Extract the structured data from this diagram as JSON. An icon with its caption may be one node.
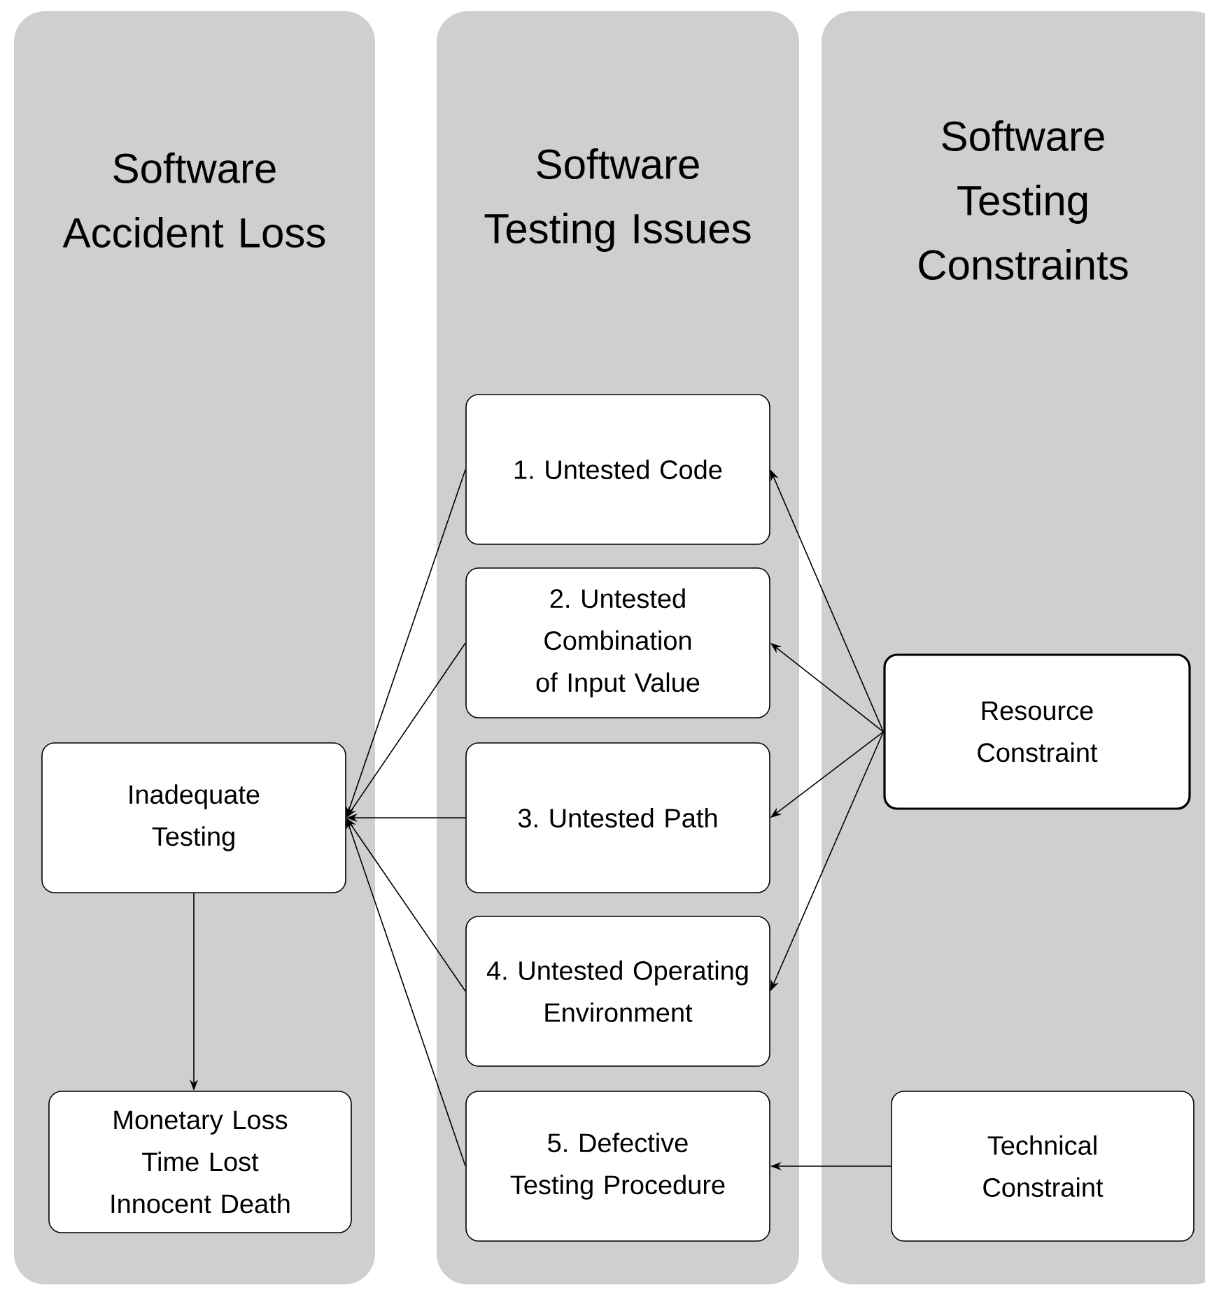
{
  "diagram": {
    "nodes": [
      {
        "text": [
          "Software Accident Loss"
        ]
      },
      {
        "text": [
          "Software Testing Issues"
        ]
      },
      {
        "text": [
          "Software Testing Constraints"
        ]
      },
      {
        "text": [
          "Inadequate Testing"
        ],
        "in": 0
      },
      {
        "text": [
          "Monetary Loss",
          "Time Lost",
          "Innocent Death"
        ],
        "in": 0
      },
      {
        "text": [
          "1. Untested Code"
        ],
        "in": 1
      },
      {
        "text": [
          "2. Untested Combination of Input Value"
        ],
        "in": 1
      },
      {
        "text": [
          "3. Untested Path"
        ],
        "in": 1
      },
      {
        "text": [
          "4. Untested Operating Environment"
        ],
        "in": 1
      },
      {
        "text": [
          "5. Defective Testing Procedure"
        ],
        "in": 1
      },
      {
        "text": [
          "Resource Constraint"
        ],
        "in": 2
      },
      {
        "text": [
          "Technical Constraint"
        ],
        "in": 2
      }
    ],
    "edges": [
      {
        "from": 5,
        "to": 3,
        "arrow": "to"
      },
      {
        "from": 6,
        "to": 3,
        "arrow": "to"
      },
      {
        "from": 7,
        "to": 3,
        "arrow": "to"
      },
      {
        "from": 8,
        "to": 3,
        "arrow": "to"
      },
      {
        "from": 9,
        "to": 3,
        "arrow": "to"
      },
      {
        "from": 3,
        "to": 4,
        "arrow": "to"
      },
      {
        "from": 10,
        "to": 5,
        "arrow": "to"
      },
      {
        "from": 10,
        "to": 6,
        "arrow": "to"
      },
      {
        "from": 10,
        "to": 7,
        "arrow": "to"
      },
      {
        "from": 10,
        "to": 8,
        "arrow": "to"
      },
      {
        "from": 11,
        "to": 9,
        "arrow": "to"
      }
    ]
  }
}
